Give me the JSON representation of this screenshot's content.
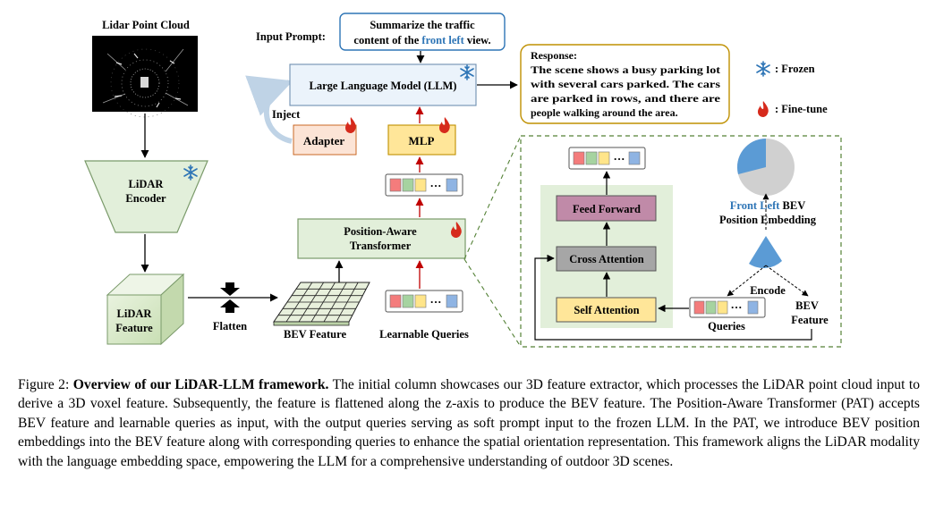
{
  "diagram": {
    "lidar_point_cloud": "Lidar Point Cloud",
    "lidar_encoder": [
      "LiDAR",
      "Encoder"
    ],
    "lidar_feature": [
      "LiDAR",
      "Feature"
    ],
    "flatten": "Flatten",
    "bev_feature": "BEV Feature",
    "learnable_queries": "Learnable Queries",
    "pat": [
      "Position-Aware",
      "Transformer"
    ],
    "mlp": "MLP",
    "adapter": "Adapter",
    "inject": "Inject",
    "llm": "Large Language Model (LLM)",
    "input_prompt_label": "Input Prompt:",
    "prompt_line1": "Summarize the traffic",
    "prompt_line2_pre": "content of the ",
    "prompt_line2_highlight": "front left",
    "prompt_line2_post": " view.",
    "response_title": "Response:",
    "response_lines": [
      "The scene shows a busy parking lot",
      "with several cars parked. The cars",
      "are parked in rows, and there are",
      "people walking around the area."
    ],
    "legend_frozen": ": Frozen",
    "legend_finetune": ": Fine-tune",
    "feed_forward": "Feed Forward",
    "cross_attention": "Cross Attention",
    "self_attention": "Self Attention",
    "queries": "Queries",
    "bev_feature_right": [
      "BEV",
      "Feature"
    ],
    "encode": "Encode",
    "position_embedding_highlight": "Front Left",
    "position_embedding_post": " BEV",
    "position_embedding_line2": "Position Embedding",
    "colors": {
      "token_red": "#f47c7c",
      "token_green": "#a6d3a0",
      "token_yellow": "#ffe58a",
      "token_blue": "#8fb4e3",
      "box_green": "#e2efda",
      "pat_border": "#7a9a6a",
      "llm_fill": "#ebf3fb",
      "mlp_fill": "#ffe699",
      "adapter_fill": "#fce4d6",
      "feed_forward": "#c08aa8",
      "cross_attention": "#a6a6a6",
      "self_attention": "#ffe699",
      "highlight_blue": "#2e75b6",
      "response_border": "#bf9000",
      "dashed_green": "#538135",
      "arrow_red": "#c00000",
      "pie_blue": "#5b9bd5",
      "pie_gray": "#d0d0d0"
    }
  },
  "caption": {
    "label": "Figure 2:",
    "title": "Overview of our LiDAR-LLM framework.",
    "body": " The initial column showcases our 3D feature extractor, which processes the LiDAR point cloud input to derive a 3D voxel feature. Subsequently, the feature is flattened along the z-axis to produce the BEV feature. The Position-Aware Transformer (PAT) accepts BEV feature and learnable queries as input, with the output queries serving as soft prompt input to the frozen LLM. In the PAT, we introduce BEV position embeddings into the BEV feature along with corresponding queries to enhance the spatial orientation representation. This framework aligns the LiDAR modality with the language embedding space, empowering the LLM for a comprehensive understanding of outdoor 3D scenes."
  }
}
